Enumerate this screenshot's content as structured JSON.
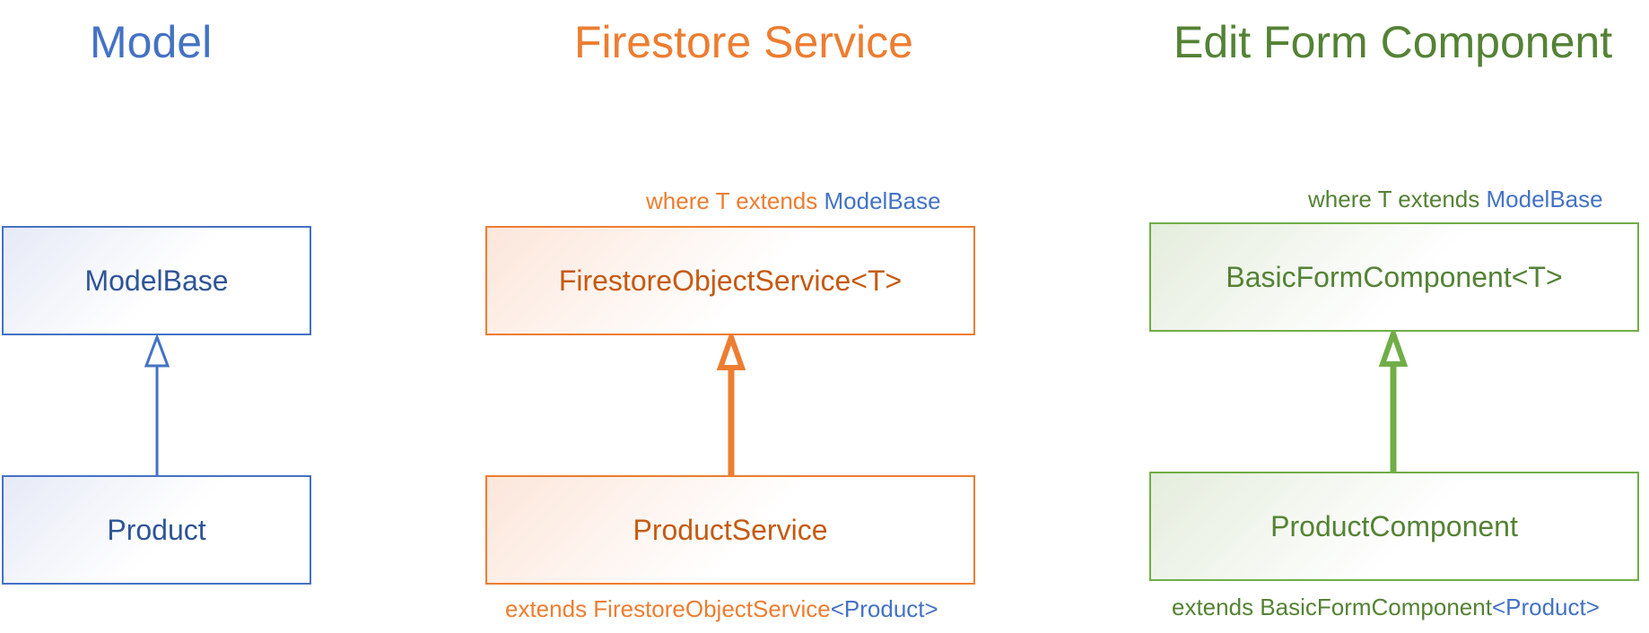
{
  "columns": {
    "model": {
      "title": "Model",
      "base_box": "ModelBase",
      "derived_box": "Product"
    },
    "service": {
      "title": "Firestore Service",
      "constraint_prefix": "where T extends",
      "constraint_type": "ModelBase",
      "base_box": "FirestoreObjectService<T>",
      "derived_box": "ProductService",
      "extends_prefix": "extends FirestoreObjectService",
      "extends_arg": "<Product>"
    },
    "form": {
      "title": "Edit Form Component",
      "constraint_prefix": "where T extends",
      "constraint_type": "ModelBase",
      "base_box": "BasicFormComponent<T>",
      "derived_box": "ProductComponent",
      "extends_prefix": "extends BasicFormComponent",
      "extends_arg": "<Product>"
    }
  },
  "colors": {
    "blue": "#4472C4",
    "orange": "#ED7D31",
    "green": "#70AD47"
  }
}
